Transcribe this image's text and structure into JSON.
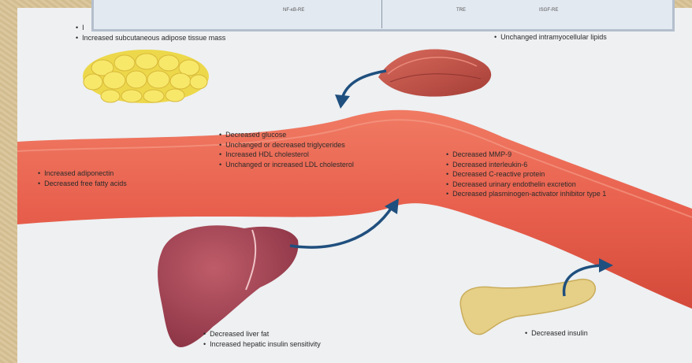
{
  "top_inset": {
    "labels": [
      "NF-κB-RE",
      "TRE",
      "ISGF-RE"
    ]
  },
  "adipose": {
    "items": [
      "I",
      "Increased subcutaneous adipose tissue mass"
    ]
  },
  "muscle": {
    "items": [
      "Unchanged intramyocellular lipids"
    ]
  },
  "vessel_center": {
    "items": [
      "Decreased glucose",
      "Unchanged or decreased triglycerides",
      "Increased HDL cholesterol",
      "Unchanged or increased LDL cholesterol"
    ]
  },
  "vessel_left": {
    "items": [
      "Increased adiponectin",
      "Decreased free fatty acids"
    ]
  },
  "vessel_right": {
    "items": [
      "Decreased MMP-9",
      "Decreased interleukin-6",
      "Decreased C-reactive protein",
      "Decreased urinary endothelin excretion",
      "Decreased plasminogen-activator inhibitor type 1"
    ]
  },
  "liver": {
    "items": [
      "Decreased liver fat",
      "Increased hepatic insulin sensitivity"
    ]
  },
  "pancreas": {
    "items": [
      "Decreased insulin"
    ]
  },
  "colors": {
    "vessel": "#e8604d",
    "muscle": "#c8554a",
    "liver": "#a64756",
    "pancreas": "#e6cf86",
    "adipose": "#f2dd3c",
    "arrow": "#1f4f7e"
  }
}
